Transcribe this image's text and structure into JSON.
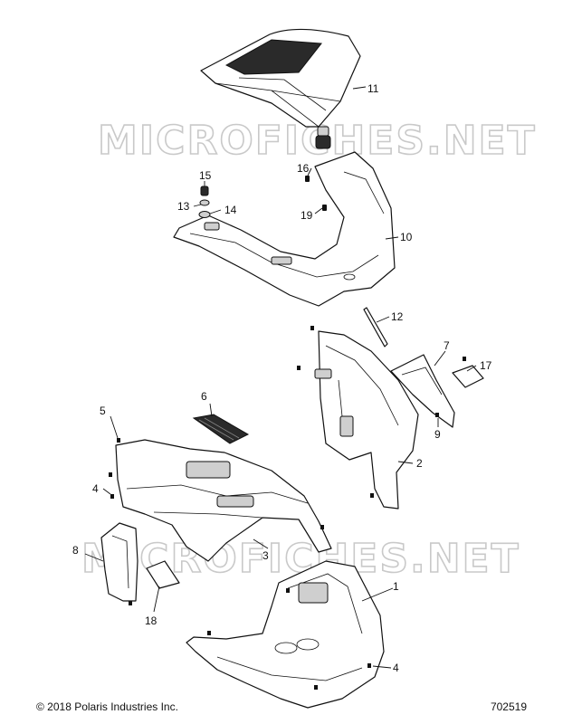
{
  "watermark": "MICROFICHES.NET",
  "footer": {
    "copyright": "© 2018 Polaris Industries Inc.",
    "diagram_number": "702519"
  },
  "callouts": {
    "c1": "1",
    "c2": "2",
    "c3": "3",
    "c4a": "4",
    "c4b": "4",
    "c5": "5",
    "c6": "6",
    "c7": "7",
    "c8": "8",
    "c9": "9",
    "c10": "10",
    "c11": "11",
    "c12": "12",
    "c13": "13",
    "c14": "14",
    "c15": "15",
    "c16": "16",
    "c17": "17",
    "c18": "18",
    "c19": "19"
  }
}
